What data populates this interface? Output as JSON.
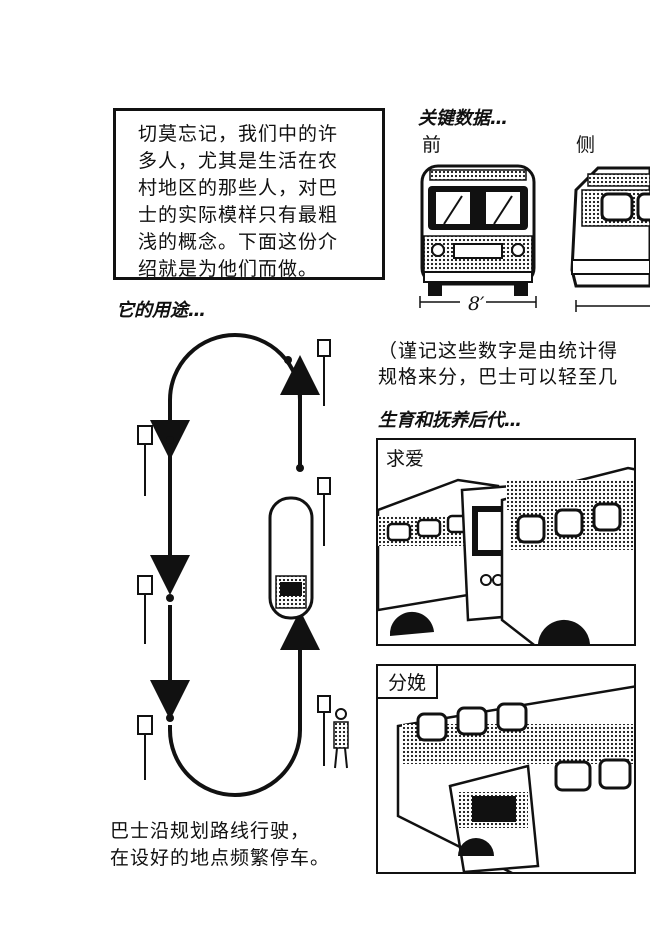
{
  "intro": {
    "lines": [
      "切莫忘记，我们中的许",
      "多人，尤其是生活在农",
      "村地区的那些人，对巴",
      "士的实际模样只有最粗",
      "浅的概念。下面这份介",
      "绍就是为他们而做。"
    ]
  },
  "key_data": {
    "heading": "关键数据…",
    "front_label": "前",
    "side_label": "侧",
    "width_dim": "8′"
  },
  "usage": {
    "heading": "它的用途…"
  },
  "note_lines": [
    "（谨记这些数字是由统计得",
    "规格来分，巴士可以轻至几"
  ],
  "breeding": {
    "heading": "生育和抚养后代…",
    "panel1_label": "求爱",
    "panel2_label": "分娩"
  },
  "route_caption": [
    "巴士沿规划路线行驶，",
    "在设好的地点频繁停车。"
  ]
}
